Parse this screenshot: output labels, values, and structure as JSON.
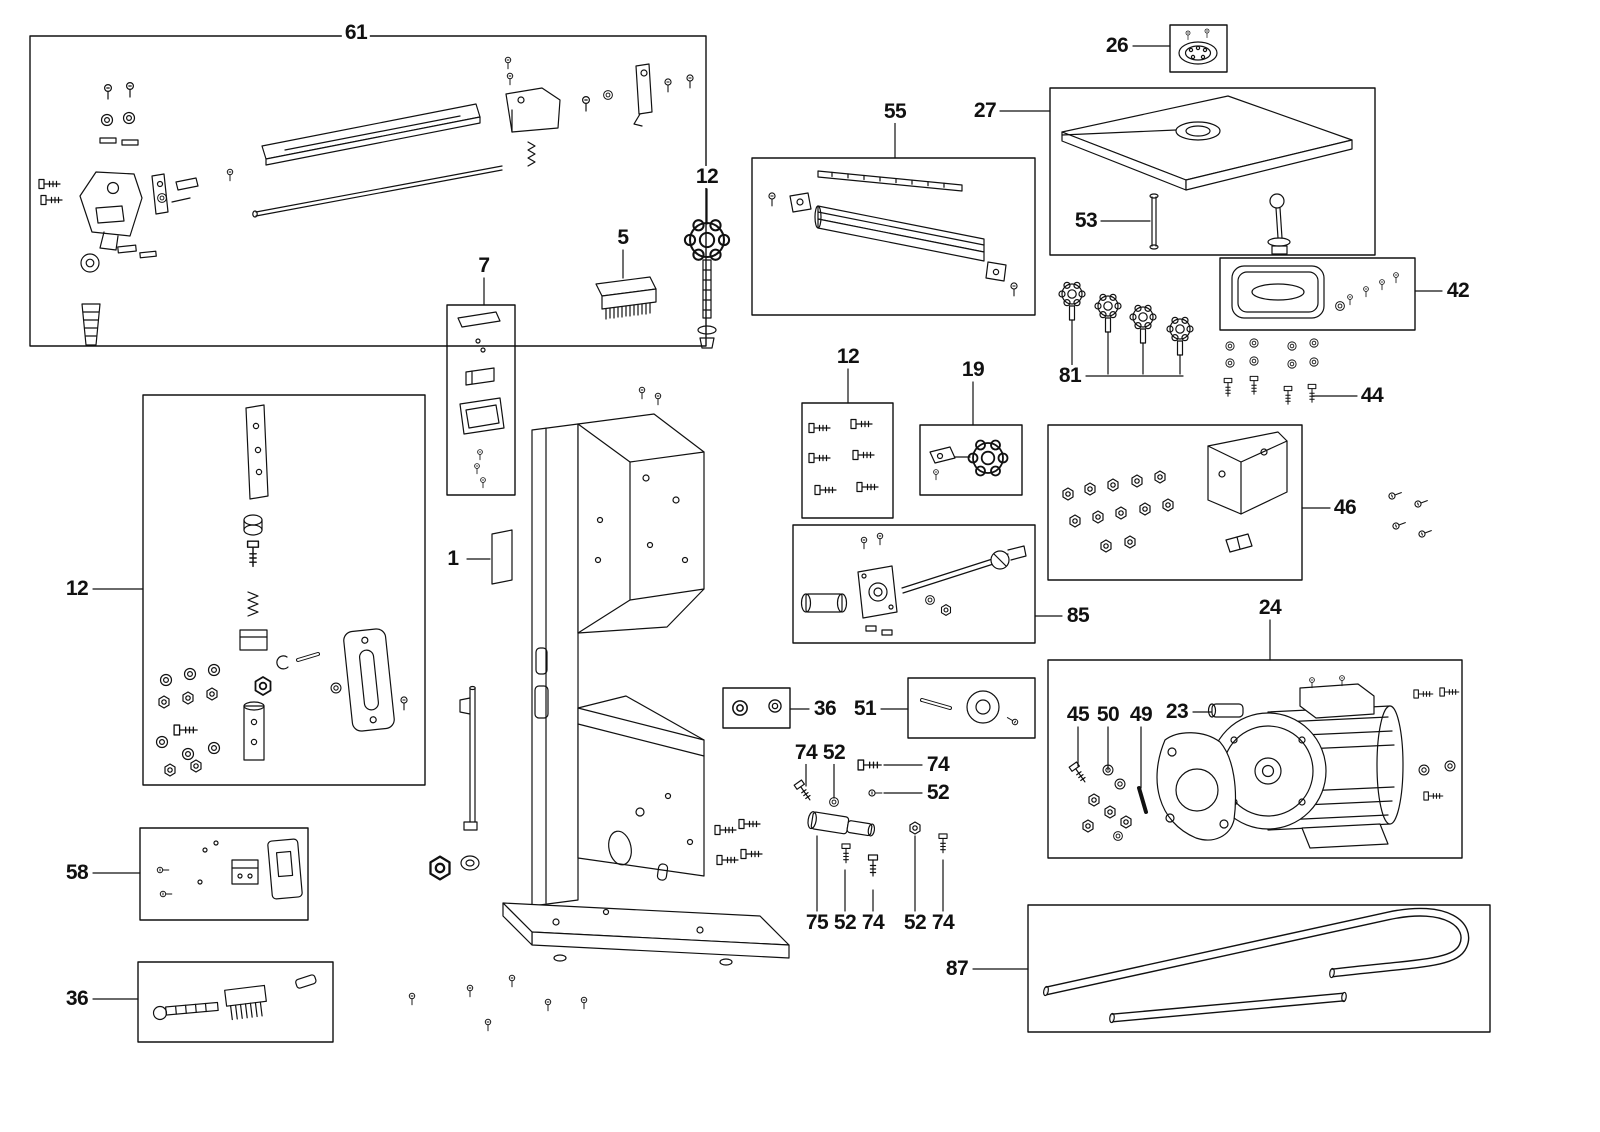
{
  "diagram": {
    "type": "exploded-parts-diagram",
    "subject": "Band saw exploded parts view with numbered callouts",
    "background": "#ffffff",
    "line_color": "#111111"
  },
  "callouts": {
    "c61": "61",
    "c26": "26",
    "c27": "27",
    "c55": "55",
    "c12a": "12",
    "c53": "53",
    "c5": "5",
    "c7": "7",
    "c42": "42",
    "c12b": "12",
    "c19": "19",
    "c81": "81",
    "c44": "44",
    "c46": "46",
    "c1": "1",
    "c12c": "12",
    "c24": "24",
    "c85": "85",
    "c36a": "36",
    "c51": "51",
    "c23": "23",
    "c45": "45",
    "c50": "50",
    "c49": "49",
    "c74a": "74",
    "c52a": "52",
    "c74b": "74",
    "c52b": "52",
    "c58": "58",
    "c75": "75",
    "c52e": "52",
    "c74e": "74",
    "c52f": "52",
    "c74f": "74",
    "c87": "87",
    "c36b": "36"
  }
}
